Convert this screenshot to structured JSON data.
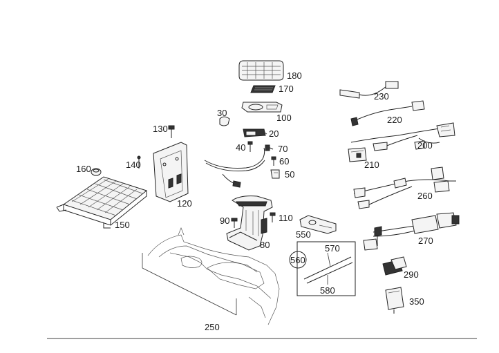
{
  "diagram": {
    "labels": {
      "p180": "180",
      "p170": "170",
      "p100": "100",
      "p30": "30",
      "p20": "20",
      "p40": "40",
      "p70": "70",
      "p60": "60",
      "p50": "50",
      "p130": "130",
      "p140": "140",
      "p160": "160",
      "p120": "120",
      "p150": "150",
      "p90": "90",
      "p110": "110",
      "p80": "80",
      "p550": "550",
      "p560": "560",
      "p570": "570",
      "p580": "580",
      "p250": "250",
      "p230": "230",
      "p220": "220",
      "p200": "200",
      "p210": "210",
      "p260": "260",
      "p270": "270",
      "p290": "290",
      "p350": "350"
    }
  }
}
